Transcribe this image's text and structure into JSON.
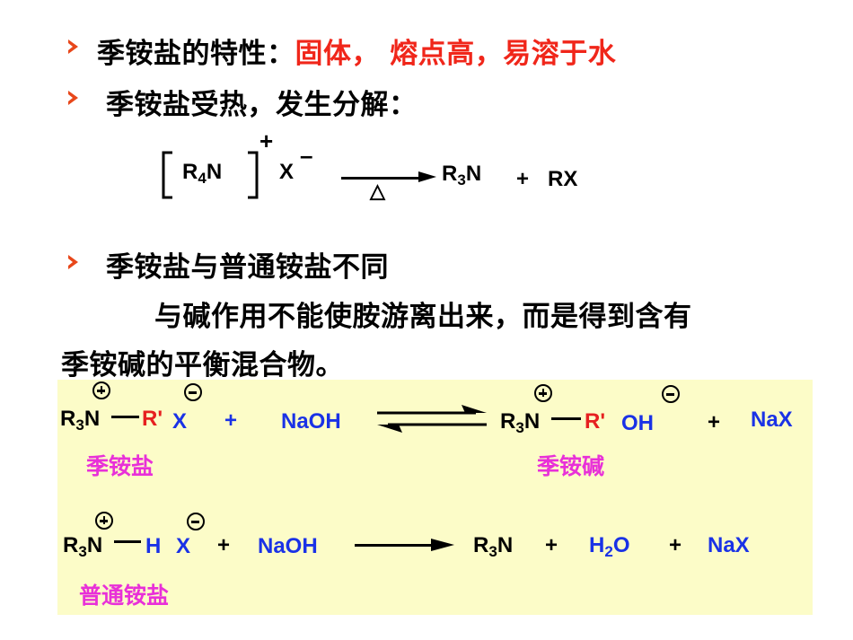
{
  "bullets": [
    {
      "label": "季铵盐的特性：",
      "highlight": "固体， 熔点高，易溶于水"
    },
    {
      "label": "季铵盐受热，发生分解："
    },
    {
      "label": "季铵盐与普通铵盐不同"
    }
  ],
  "paragraph": {
    "line1": "与碱作用不能使胺游离出来，而是得到含有",
    "line2": "季铵碱的平衡混合物。"
  },
  "decomp": {
    "reactant_r": "R",
    "reactant_sub": "4",
    "reactant_n": "N",
    "charge_pos": "+",
    "anion": "X",
    "charge_neg": "–",
    "heat": "△",
    "product_r": "R",
    "product_sub": "3",
    "product_n": "N",
    "plus": "+",
    "product2": "RX"
  },
  "reaction1": {
    "r": "R",
    "sub": "3",
    "n": "N",
    "rprime": "R'",
    "x": "X",
    "plus1": "+",
    "naoh": "NaOH",
    "p_r": "R",
    "p_sub": "3",
    "p_n": "N",
    "p_rprime": "R'",
    "oh": "OH",
    "plus2": "+",
    "nax": "NaX",
    "label_left": "季铵盐",
    "label_right": "季铵碱"
  },
  "reaction2": {
    "r": "R",
    "sub": "3",
    "n": "N",
    "h": "H",
    "x": "X",
    "plus1": "+",
    "naoh": "NaOH",
    "p_r": "R",
    "p_sub": "3",
    "p_n": "N",
    "plus2": "+",
    "h2o_sub": "2",
    "o": "O",
    "plus3": "+",
    "nax": "NaX",
    "label": "普通铵盐"
  },
  "colors": {
    "bullet": "#e8471a",
    "highlight": "#f0261a",
    "blue": "#1a32e6",
    "magenta": "#e830d8",
    "panel": "#fcfcc8"
  }
}
